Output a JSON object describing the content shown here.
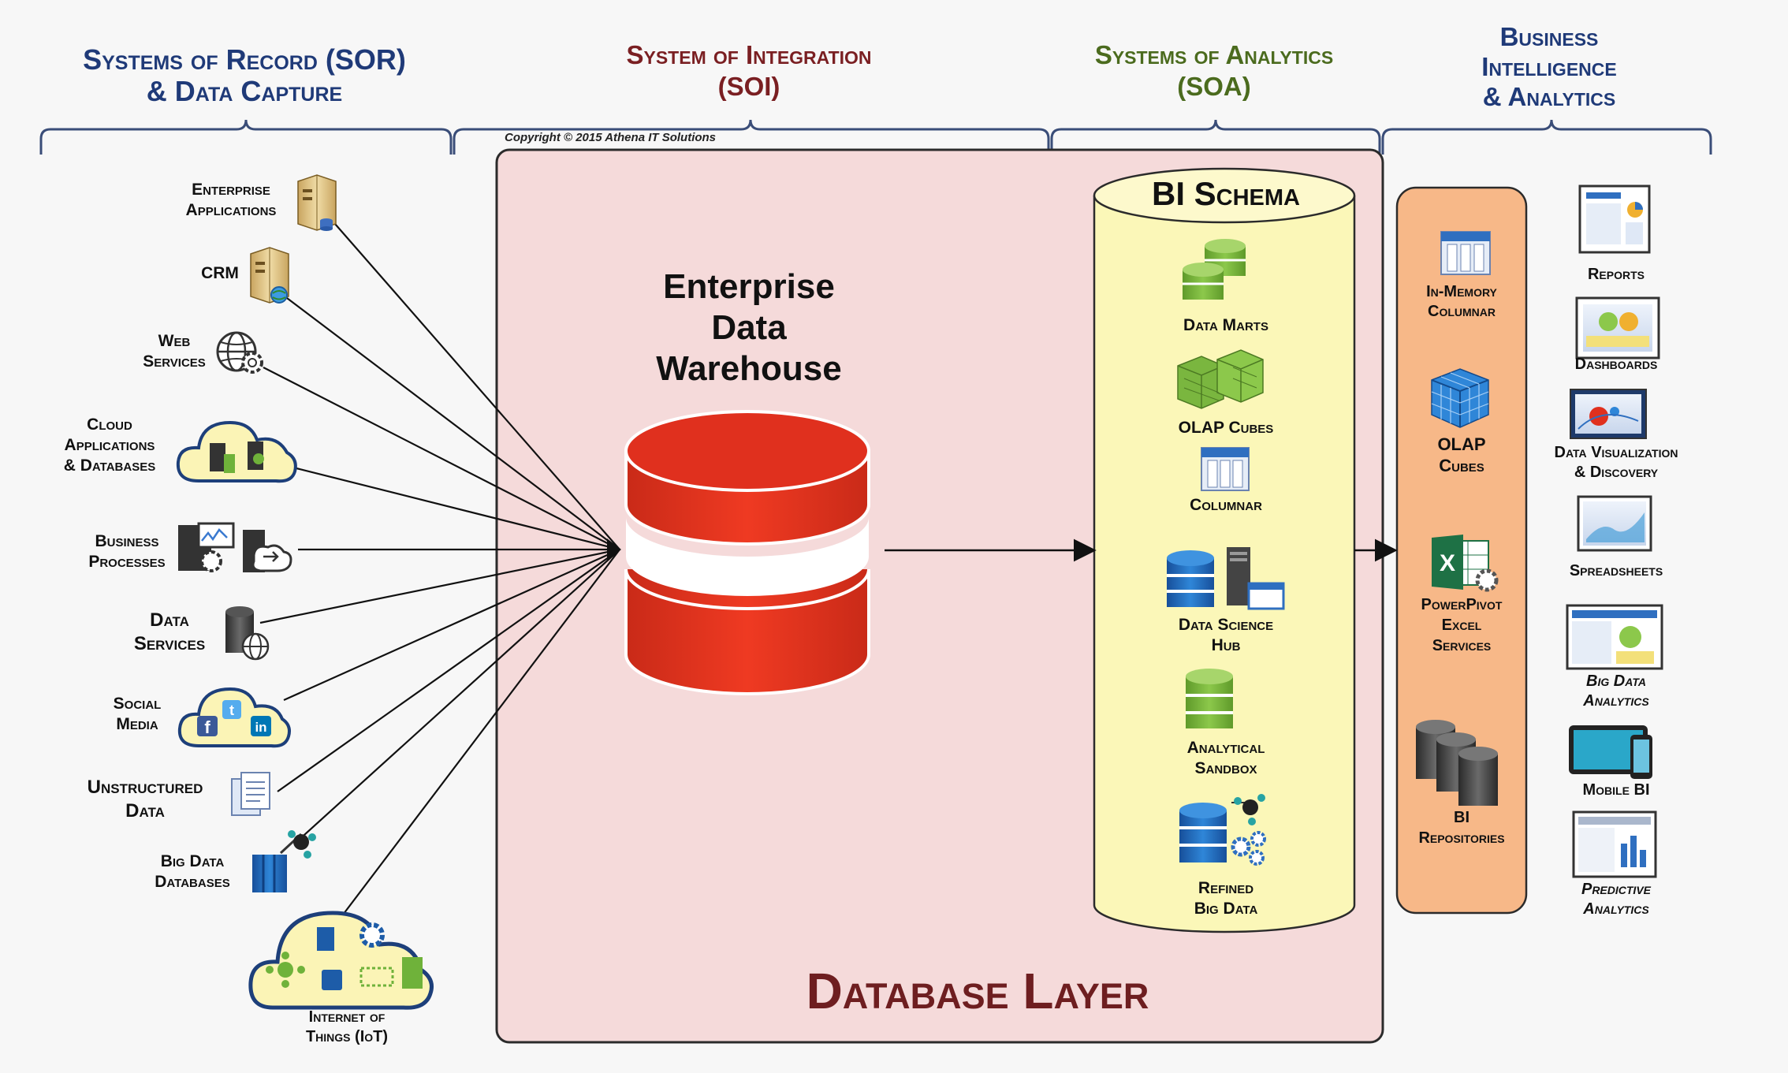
{
  "headers": {
    "sor": [
      "Systems of Record (SOR)",
      "& Data Capture"
    ],
    "soi": [
      "System of Integration",
      "(SOI)"
    ],
    "soa": [
      "Systems of Analytics",
      "(SOA)"
    ],
    "bi": [
      "Business",
      "Intelligence",
      "& Analytics"
    ]
  },
  "copyright": "Copyright © 2015 Athena IT Solutions",
  "edw_title": [
    "Enterprise",
    "Data",
    "Warehouse"
  ],
  "bi_schema_title": "BI Schema",
  "database_layer": "Database Layer",
  "sources": [
    {
      "label": [
        "Enterprise",
        "Applications"
      ],
      "icon": "server-icon"
    },
    {
      "label": [
        "CRM"
      ],
      "icon": "crm-server-icon"
    },
    {
      "label": [
        "Web",
        "Services"
      ],
      "icon": "globe-gear-icon"
    },
    {
      "label": [
        "Cloud",
        "Applications",
        "& Databases"
      ],
      "icon": "cloud-servers-icon"
    },
    {
      "label": [
        "Business",
        "Processes"
      ],
      "icon": "process-servers-icon"
    },
    {
      "label": [
        "Data",
        "Services"
      ],
      "icon": "database-globe-icon"
    },
    {
      "label": [
        "Social",
        "Media"
      ],
      "icon": "social-cloud-icon"
    },
    {
      "label": [
        "Unstructured",
        "Data"
      ],
      "icon": "documents-icon"
    },
    {
      "label": [
        "Big Data",
        "Databases"
      ],
      "icon": "big-data-icon"
    },
    {
      "label": [
        "Internet of",
        "Things (IoT)"
      ],
      "icon": "iot-cloud-icon"
    }
  ],
  "bi_schema_items": [
    {
      "label": [
        "Data Marts"
      ],
      "icon": "data-marts-icon"
    },
    {
      "label": [
        "OLAP Cubes"
      ],
      "icon": "olap-cubes-icon"
    },
    {
      "label": [
        "Columnar"
      ],
      "icon": "columnar-icon"
    },
    {
      "label": [
        "Data Science",
        "Hub"
      ],
      "icon": "data-science-hub-icon"
    },
    {
      "label": [
        "Analytical",
        "Sandbox"
      ],
      "icon": "sandbox-icon"
    },
    {
      "label": [
        "Refined",
        "Big Data"
      ],
      "icon": "refined-big-data-icon"
    }
  ],
  "bi_layer_items": [
    {
      "label": [
        "In-Memory",
        "Columnar"
      ],
      "icon": "in-memory-columnar-icon"
    },
    {
      "label": [
        "OLAP",
        "Cubes"
      ],
      "icon": "olap-cube-icon"
    },
    {
      "label": [
        "PowerPivot",
        "Excel",
        "Services"
      ],
      "icon": "excel-icon"
    },
    {
      "label": [
        "BI",
        "Repositories"
      ],
      "icon": "repositories-icon"
    }
  ],
  "outputs": [
    {
      "label": [
        "Reports"
      ],
      "italic": false,
      "icon": "report-icon"
    },
    {
      "label": [
        "Dashboards"
      ],
      "italic": false,
      "icon": "dashboard-icon"
    },
    {
      "label": [
        "Data Visualization",
        "& Discovery"
      ],
      "italic": false,
      "icon": "visualization-icon"
    },
    {
      "label": [
        "Spreadsheets"
      ],
      "italic": false,
      "icon": "spreadsheet-icon"
    },
    {
      "label": [
        "Big Data",
        "Analytics"
      ],
      "italic": true,
      "icon": "big-data-analytics-icon"
    },
    {
      "label": [
        "Mobile BI"
      ],
      "italic": false,
      "icon": "mobile-bi-icon"
    },
    {
      "label": [
        "Predictive",
        "Analytics"
      ],
      "italic": true,
      "icon": "predictive-analytics-icon"
    }
  ],
  "colors": {
    "edw_red": "#e0301e",
    "db_layer_fill": "#f5dada",
    "bi_schema_fill": "#fbf7b8",
    "bi_layer_fill": "#f7b888",
    "green": "#7ab63f",
    "blue": "#1f6fc0"
  }
}
